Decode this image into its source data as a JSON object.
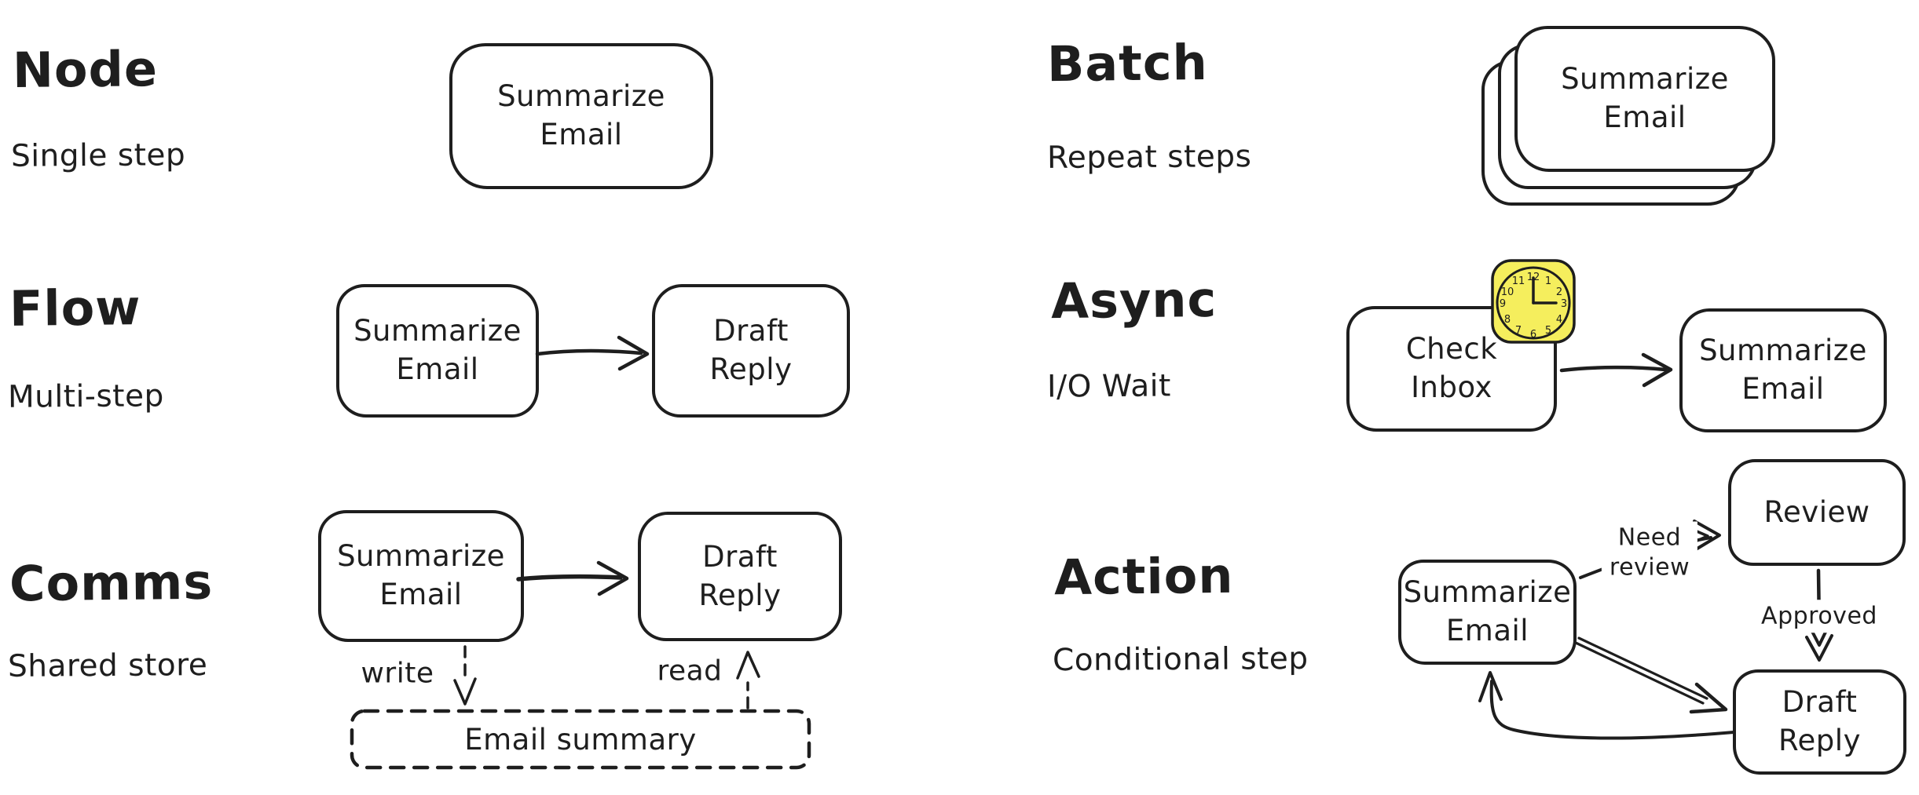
{
  "palette": {
    "ink": "#1e1e1e",
    "background": "#ffffff",
    "clock_fill": "#f5ee5d"
  },
  "sections": {
    "node": {
      "title": "Node",
      "subtitle": "Single step",
      "nodes": {
        "summarize": "Summarize\nEmail"
      }
    },
    "flow": {
      "title": "Flow",
      "subtitle": "Multi-step",
      "nodes": {
        "summarize": "Summarize\nEmail",
        "draft": "Draft\nReply"
      }
    },
    "comms": {
      "title": "Comms",
      "subtitle": "Shared store",
      "nodes": {
        "summarize": "Summarize\nEmail",
        "draft": "Draft\nReply",
        "store": "Email summary"
      },
      "labels": {
        "write": "write",
        "read": "read"
      }
    },
    "batch": {
      "title": "Batch",
      "subtitle": "Repeat steps",
      "nodes": {
        "summarize": "Summarize\nEmail"
      }
    },
    "async": {
      "title": "Async",
      "subtitle": "I/O Wait",
      "nodes": {
        "check": "Check\nInbox",
        "summarize": "Summarize\nEmail"
      }
    },
    "action": {
      "title": "Action",
      "subtitle": "Conditional step",
      "nodes": {
        "summarize": "Summarize\nEmail",
        "review": "Review",
        "draft": "Draft\nReply"
      },
      "labels": {
        "need_review": "Need\nreview",
        "approved": "Approved"
      }
    }
  },
  "clock_icon": {
    "numbers": [
      "12",
      "1",
      "2",
      "3",
      "4",
      "5",
      "6",
      "7",
      "8",
      "9",
      "10",
      "11"
    ]
  }
}
